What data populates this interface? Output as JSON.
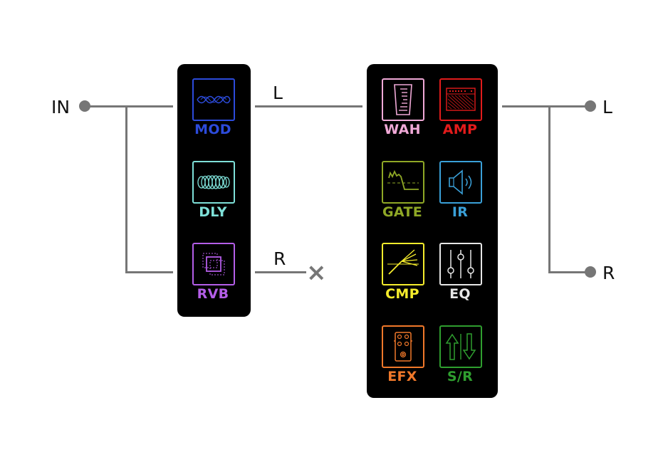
{
  "input": {
    "label": "IN"
  },
  "outputs": {
    "left_label": "L",
    "right_label": "R"
  },
  "split": {
    "left_label": "L",
    "right_label": "R",
    "right_terminated": "×"
  },
  "stereo_panel": {
    "blocks": [
      {
        "id": "mod",
        "label": "MOD",
        "icon": "wave-icon",
        "color": "#2c4bdb"
      },
      {
        "id": "dly",
        "label": "DLY",
        "icon": "coil-icon",
        "color": "#7ee0d8"
      },
      {
        "id": "rvb",
        "label": "RVB",
        "icon": "nested-squares-icon",
        "color": "#b45ee8"
      }
    ]
  },
  "main_panel": {
    "blocks": [
      {
        "id": "wah",
        "label": "WAH",
        "icon": "wah-pedal-icon",
        "color": "#f0a9d7"
      },
      {
        "id": "amp",
        "label": "AMP",
        "icon": "amp-head-icon",
        "color": "#e21b1b"
      },
      {
        "id": "gate",
        "label": "GATE",
        "icon": "gate-curve-icon",
        "color": "#8fa826"
      },
      {
        "id": "ir",
        "label": "IR",
        "icon": "speaker-icon",
        "color": "#3aa0d8"
      },
      {
        "id": "cmp",
        "label": "CMP",
        "icon": "compressor-icon",
        "color": "#f5ec2c"
      },
      {
        "id": "eq",
        "label": "EQ",
        "icon": "eq-sliders-icon",
        "color": "#e6e6e6"
      },
      {
        "id": "efx",
        "label": "EFX",
        "icon": "stompbox-icon",
        "color": "#f0782a"
      },
      {
        "id": "sr",
        "label": "S/R",
        "icon": "send-return-icon",
        "color": "#2f9e2f"
      }
    ]
  }
}
